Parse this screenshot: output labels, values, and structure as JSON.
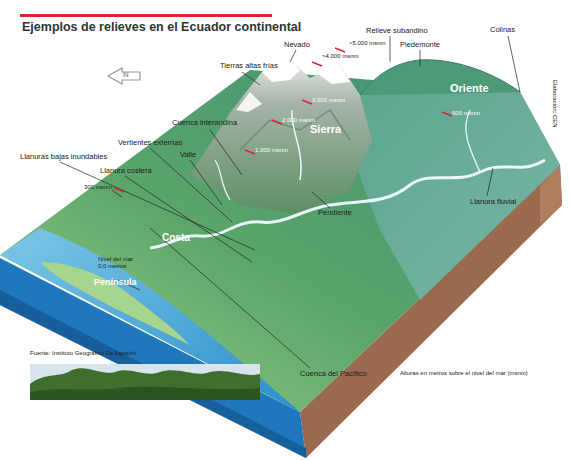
{
  "diagram": {
    "title": "Ejemplos de relieves en el Ecuador continental",
    "labels": [
      ">5.000 msnm",
      "Relieve subandino",
      ">4.000 msnm",
      "Nevado",
      "Piedemonte",
      "Colinas",
      "Tierras altas frías",
      "3.000 msnm",
      "Oriente",
      "600 msnm",
      "Cuenca interandina",
      "2.000 msnm",
      "Sierra",
      "Vertientes externas",
      "Valle",
      "1.000 msnm",
      "Llanuras bajas inundables",
      "Llanura costera",
      "Pendiente",
      "300 msnm",
      "Llanura fluvial",
      "Nivel del mar 0,0 metros",
      "Costa",
      "Península",
      "Cuenca del Pacífico",
      "Fuente: Instituto Geográfico De Agostini",
      "Alturas en metros sobre el nivel del mar (msnm)",
      "Elaboración: CEN",
      "N"
    ]
  }
}
